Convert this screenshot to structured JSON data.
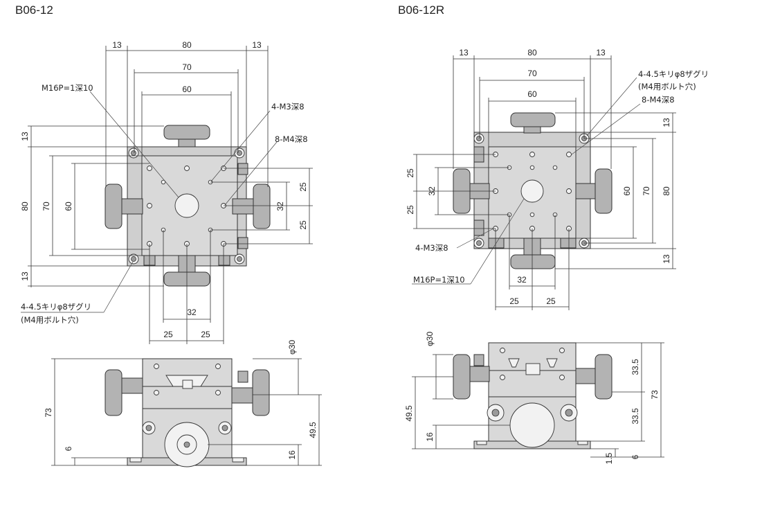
{
  "left_view": {
    "title": "B06-12",
    "dims": {
      "top_13_left": "13",
      "top_80": "80",
      "top_13_right": "13",
      "top_70": "70",
      "top_60": "60",
      "left_13_top": "13",
      "left_80": "80",
      "left_70": "70",
      "left_60": "60",
      "left_13_bottom": "13",
      "right_25_top": "25",
      "right_32": "32",
      "right_25_bottom": "25",
      "bottom_32": "32",
      "bottom_25_left": "25",
      "bottom_25_right": "25"
    },
    "notes": {
      "m16": "M16P=1深10",
      "m3": "4-M3深8",
      "m4": "8-M4深8",
      "bolt_line1": "4-4.5キリφ8ザグリ",
      "bolt_line2": "(M4用ボルト穴)"
    },
    "side_dims": {
      "phi30": "φ30",
      "h73": "73",
      "h49_5": "49.5",
      "h6": "6",
      "h16": "16"
    }
  },
  "right_view": {
    "title": "B06-12R",
    "dims": {
      "top_13_left": "13",
      "top_80": "80",
      "top_13_right": "13",
      "top_70": "70",
      "top_60": "60",
      "left_25_top": "25",
      "left_32": "32",
      "left_25_bottom": "25",
      "right_13_top": "13",
      "right_60": "60",
      "right_70": "70",
      "right_80": "80",
      "right_13_bottom": "13",
      "bottom_32": "32",
      "bottom_25_left": "25",
      "bottom_25_right": "25"
    },
    "notes": {
      "bolt_line1": "4-4.5キリφ8ザグリ",
      "bolt_line2": "(M4用ボルト穴)",
      "m4": "8-M4深8",
      "m3": "4-M3深8",
      "m16": "M16P=1深10"
    },
    "side_dims": {
      "phi30": "φ30",
      "h49_5": "49.5",
      "h16": "16",
      "h33_5_top": "33.5",
      "h73": "73",
      "h33_5_bottom": "33.5",
      "h1_5": "1.5",
      "h6": "6"
    }
  }
}
